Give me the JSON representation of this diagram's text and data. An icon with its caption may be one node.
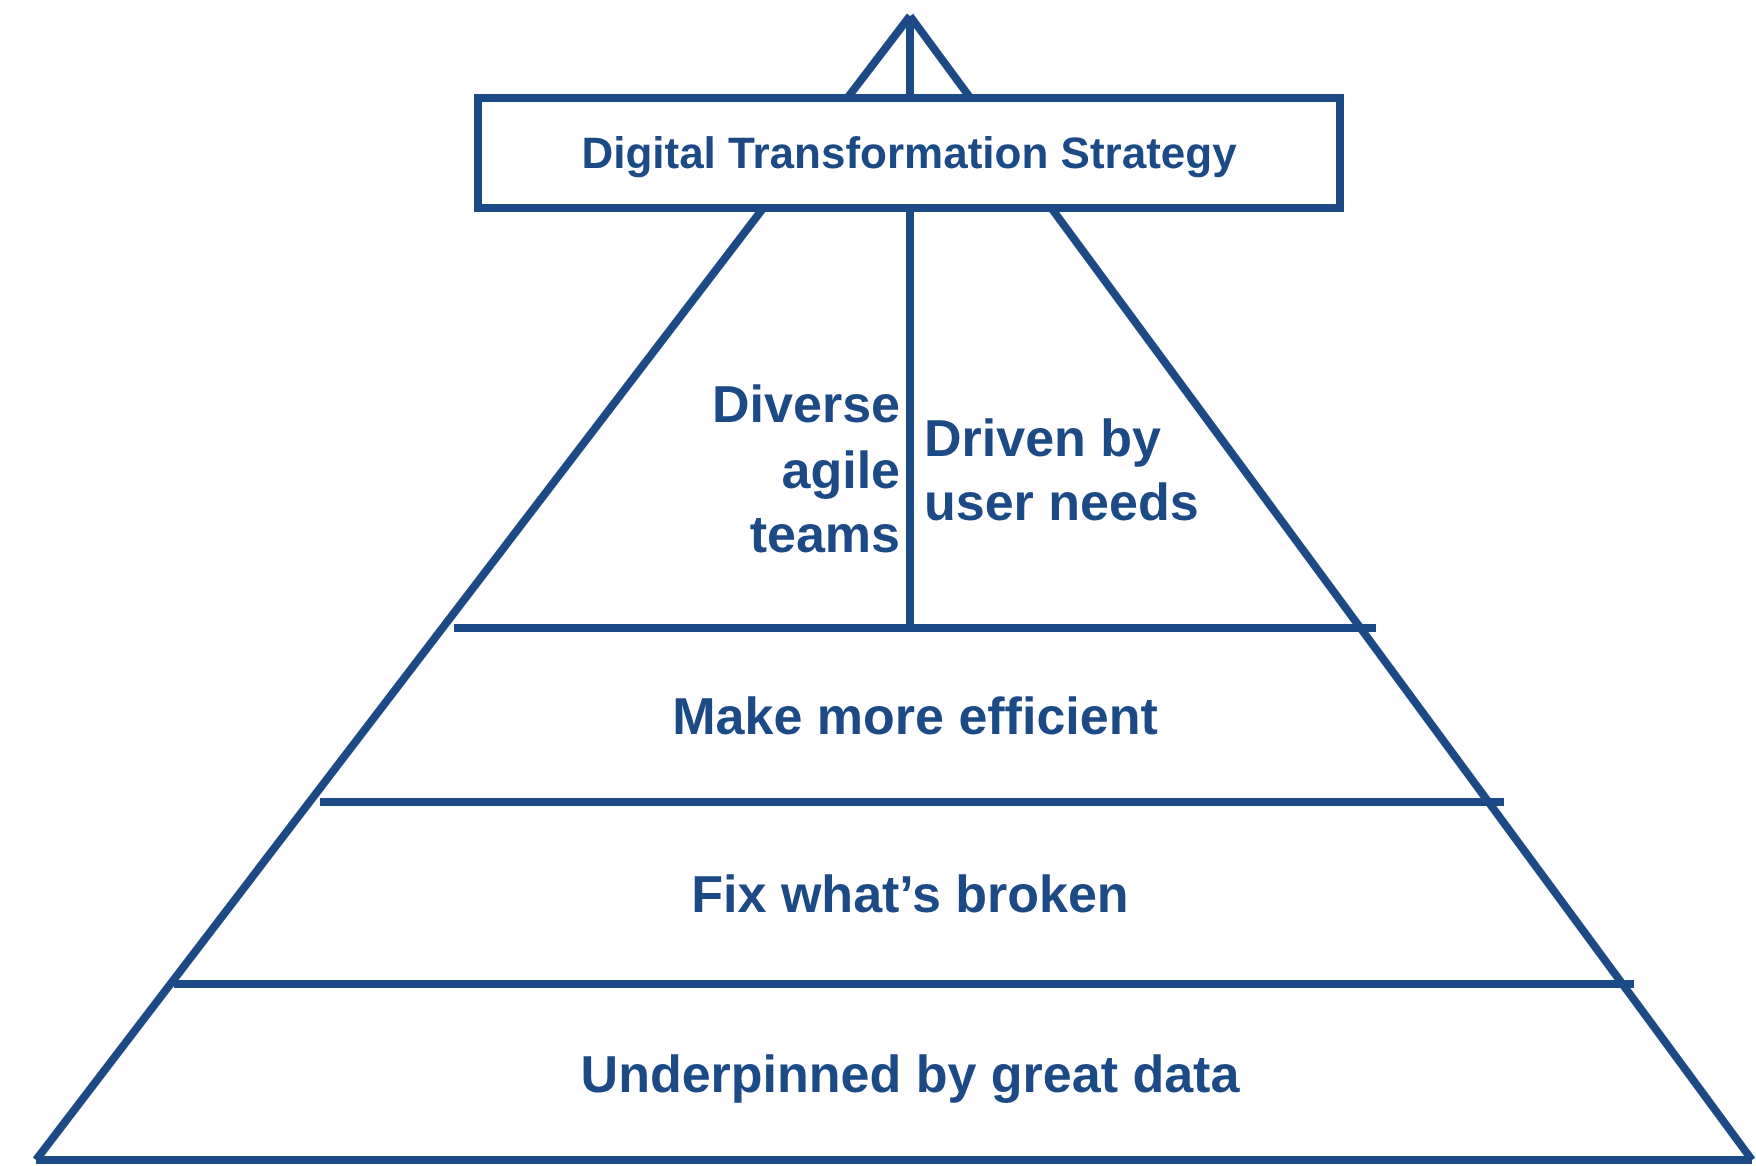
{
  "diagram": {
    "nodes": [
      {
        "text": [
          "Digital Transformation Strategy"
        ]
      },
      {
        "text": [
          "Diverse agile teams"
        ]
      },
      {
        "text": [
          "Driven by user needs"
        ]
      },
      {
        "text": [
          "Make more efficient"
        ]
      },
      {
        "text": [
          "Fix what’s broken"
        ]
      },
      {
        "text": [
          "Underpinned by great data"
        ]
      }
    ]
  }
}
